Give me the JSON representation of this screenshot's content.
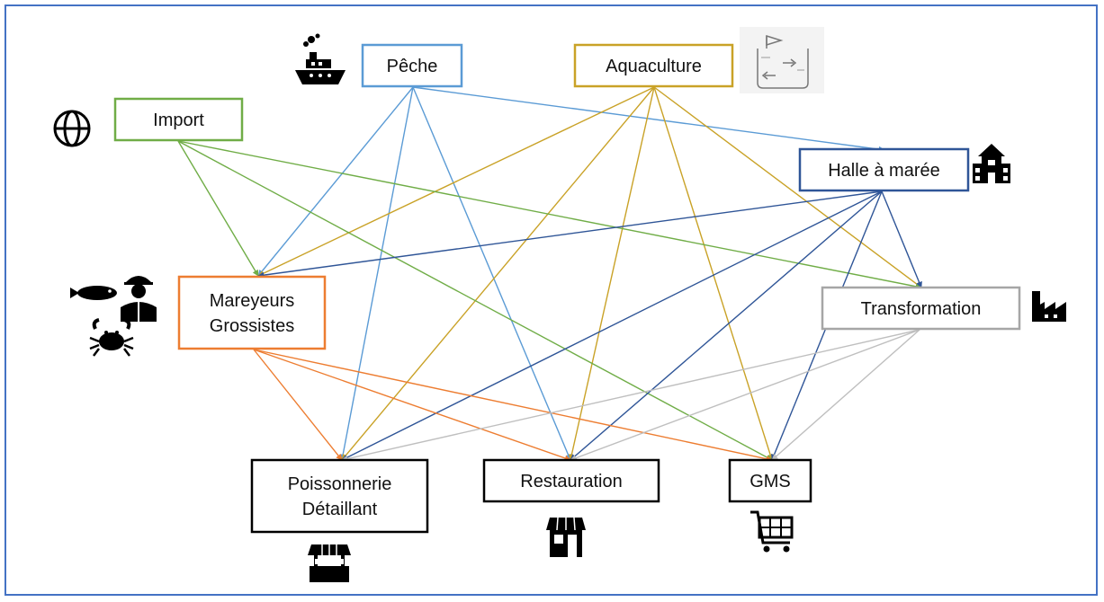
{
  "nodes": [
    {
      "id": "peche",
      "lines": [
        "Pêche"
      ],
      "color": "#5b9bd5"
    },
    {
      "id": "aquaculture",
      "lines": [
        "Aquaculture"
      ],
      "color": "#c9a227"
    },
    {
      "id": "import",
      "lines": [
        "Import"
      ],
      "color": "#70ad47"
    },
    {
      "id": "halle",
      "lines": [
        "Halle à marée"
      ],
      "color": "#2f5597"
    },
    {
      "id": "mareyeurs",
      "lines": [
        "Mareyeurs",
        "Grossistes"
      ],
      "color": "#ed7d31"
    },
    {
      "id": "transformation",
      "lines": [
        "Transformation"
      ],
      "color": "#a6a6a6"
    },
    {
      "id": "poissonnerie",
      "lines": [
        "Poissonnerie",
        "Détaillant"
      ],
      "color": "#000000"
    },
    {
      "id": "restauration",
      "lines": [
        "Restauration"
      ],
      "color": "#000000"
    },
    {
      "id": "gms",
      "lines": [
        "GMS"
      ],
      "color": "#000000"
    }
  ],
  "edges": [
    {
      "from": "peche",
      "to": "halle",
      "color": "#5b9bd5"
    },
    {
      "from": "peche",
      "to": "mareyeurs",
      "color": "#5b9bd5"
    },
    {
      "from": "peche",
      "to": "poissonnerie",
      "color": "#5b9bd5"
    },
    {
      "from": "peche",
      "to": "restauration",
      "color": "#5b9bd5"
    },
    {
      "from": "aquaculture",
      "to": "mareyeurs",
      "color": "#c9a227"
    },
    {
      "from": "aquaculture",
      "to": "poissonnerie",
      "color": "#c9a227"
    },
    {
      "from": "aquaculture",
      "to": "restauration",
      "color": "#c9a227"
    },
    {
      "from": "aquaculture",
      "to": "gms",
      "color": "#c9a227"
    },
    {
      "from": "aquaculture",
      "to": "transformation",
      "color": "#c9a227"
    },
    {
      "from": "import",
      "to": "mareyeurs",
      "color": "#70ad47"
    },
    {
      "from": "import",
      "to": "transformation",
      "color": "#70ad47"
    },
    {
      "from": "import",
      "to": "gms",
      "color": "#70ad47"
    },
    {
      "from": "halle",
      "to": "mareyeurs",
      "color": "#2f5597"
    },
    {
      "from": "halle",
      "to": "transformation",
      "color": "#2f5597"
    },
    {
      "from": "halle",
      "to": "poissonnerie",
      "color": "#2f5597"
    },
    {
      "from": "halle",
      "to": "restauration",
      "color": "#2f5597"
    },
    {
      "from": "halle",
      "to": "gms",
      "color": "#2f5597"
    },
    {
      "from": "mareyeurs",
      "to": "poissonnerie",
      "color": "#ed7d31"
    },
    {
      "from": "mareyeurs",
      "to": "restauration",
      "color": "#ed7d31"
    },
    {
      "from": "mareyeurs",
      "to": "gms",
      "color": "#ed7d31"
    },
    {
      "from": "transformation",
      "to": "poissonnerie",
      "color": "#bfbfbf"
    },
    {
      "from": "transformation",
      "to": "restauration",
      "color": "#bfbfbf"
    },
    {
      "from": "transformation",
      "to": "gms",
      "color": "#bfbfbf"
    }
  ],
  "icons": [
    {
      "name": "ship-icon",
      "near": "peche"
    },
    {
      "name": "fish-tank-icon",
      "near": "aquaculture"
    },
    {
      "name": "globe-icon",
      "near": "import"
    },
    {
      "name": "building-icon",
      "near": "halle"
    },
    {
      "name": "fishmonger-icon",
      "near": "mareyeurs"
    },
    {
      "name": "factory-icon",
      "near": "transformation"
    },
    {
      "name": "market-stall-icon",
      "near": "poissonnerie"
    },
    {
      "name": "storefront-icon",
      "near": "restauration"
    },
    {
      "name": "shopping-cart-icon",
      "near": "gms"
    }
  ]
}
